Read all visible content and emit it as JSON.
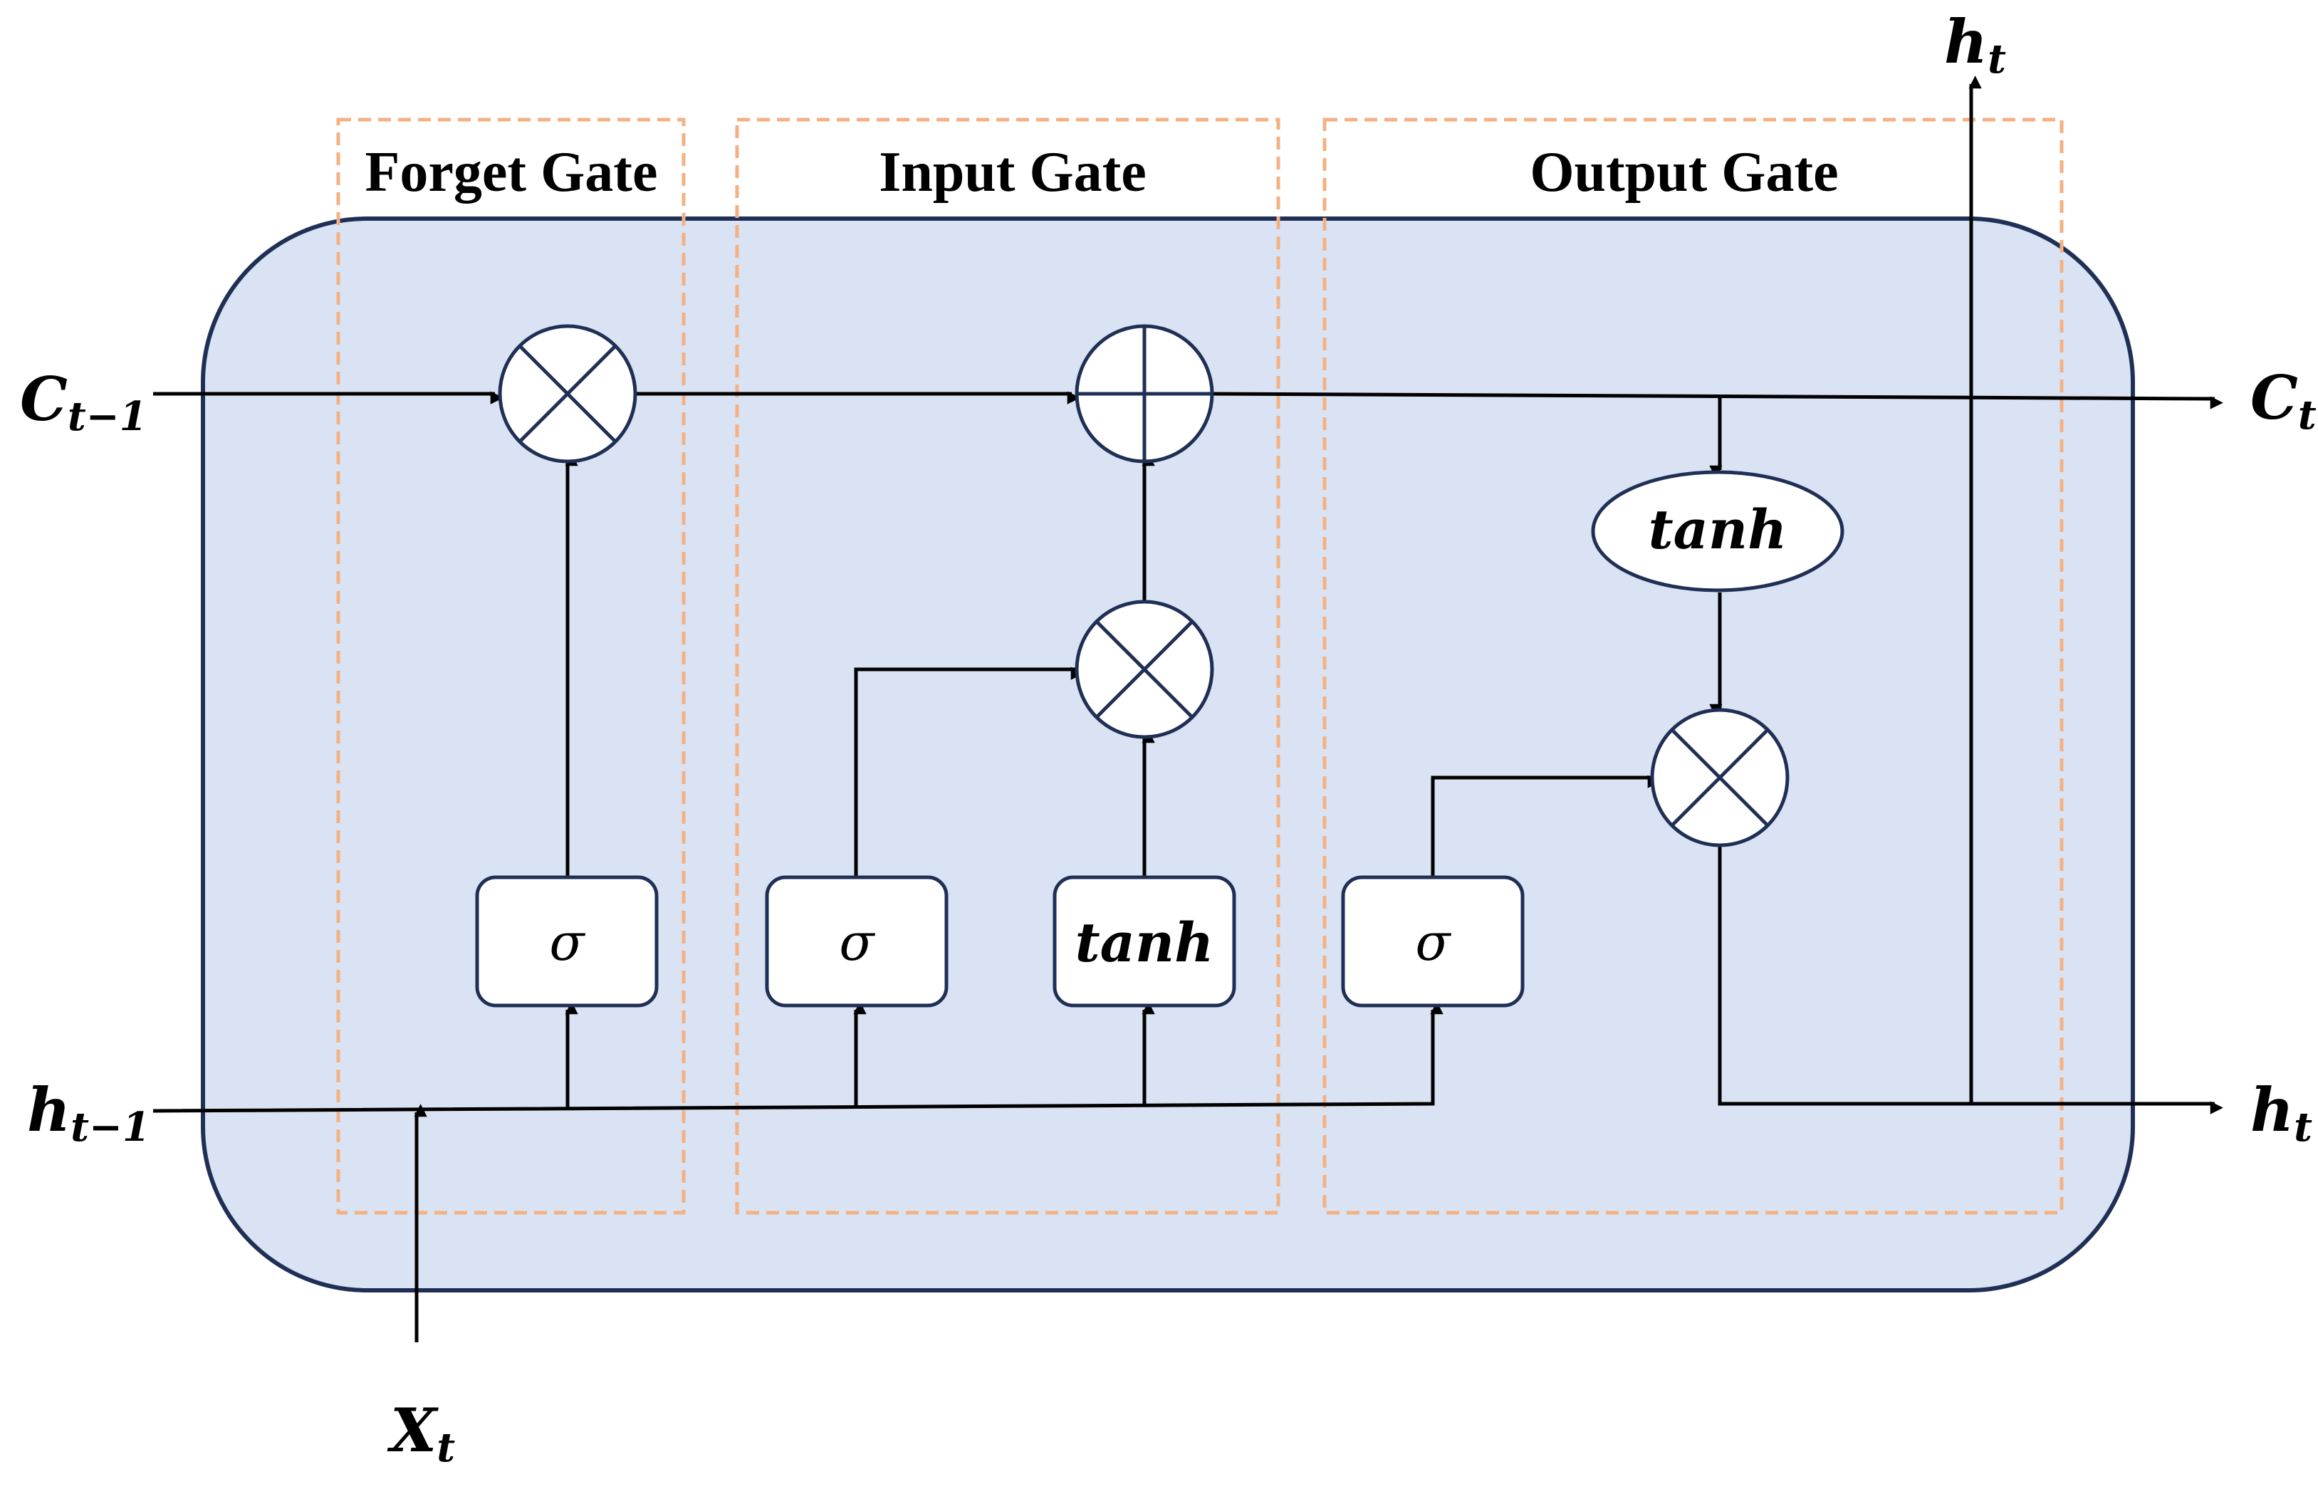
{
  "gates": {
    "forget": "Forget Gate",
    "input": "Input Gate",
    "output": "Output Gate"
  },
  "labels": {
    "c_prev": {
      "main": "C",
      "sub": "t−1"
    },
    "c_out": {
      "main": "C",
      "sub": "t"
    },
    "h_prev": {
      "main": "h",
      "sub": "t−1"
    },
    "h_out_right": {
      "main": "h",
      "sub": "t"
    },
    "h_out_top": {
      "main": "h",
      "sub": "t"
    },
    "x_in": {
      "main": "X",
      "sub": "t"
    }
  },
  "blocks": {
    "forget_sigma": "σ",
    "input_sigma": "σ",
    "input_tanh": "tanh",
    "output_sigma": "σ",
    "cell_tanh": "tanh"
  },
  "colors": {
    "cell_fill": "#dae3f3",
    "cell_stroke": "#1f2f55",
    "gate_box": "#f4b183",
    "wire": "#000000"
  }
}
